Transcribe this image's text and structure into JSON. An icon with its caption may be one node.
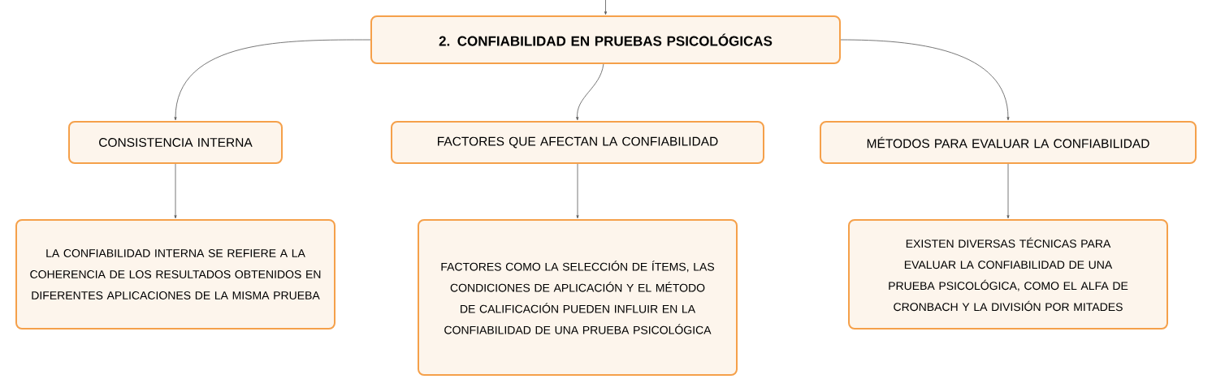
{
  "diagram": {
    "nodes": [
      {
        "text": [
          "2. CONFIABILIDAD EN PRUEBAS PSICOLÓGICAS"
        ]
      },
      {
        "text": [
          "CONSISTENCIA INTERNA"
        ]
      },
      {
        "text": [
          "FACTORES QUE AFECTAN LA CONFIABILIDAD"
        ]
      },
      {
        "text": [
          "MÉTODOS PARA EVALUAR LA CONFIABILIDAD"
        ]
      },
      {
        "text": [
          "LA CONFIABILIDAD INTERNA SE REFIERE A LA COHERENCIA DE LOS RESULTADOS OBTENIDOS EN DIFERENTES APLICACIONES DE LA MISMA PRUEBA"
        ]
      },
      {
        "text": [
          "FACTORES COMO LA SELECCIÓN DE ÍTEMS, LAS CONDICIONES DE APLICACIÓN Y EL MÉTODO DE CALIFICACIÓN PUEDEN INFLUIR EN LA CONFIABILIDAD DE UNA PRUEBA PSICOLÓGICA"
        ]
      },
      {
        "text": [
          "EXISTEN DIVERSAS TÉCNICAS PARA EVALUAR LA CONFIABILIDAD DE UNA PRUEBA PSICOLÓGICA, COMO EL ALFA DE CRONBACH Y LA DIVISIÓN POR MITADES"
        ]
      }
    ],
    "edges": [
      {
        "from": null,
        "to": 0,
        "arrow": "to"
      },
      {
        "from": 0,
        "to": 1,
        "arrow": "to"
      },
      {
        "from": 0,
        "to": 2,
        "arrow": "to"
      },
      {
        "from": 0,
        "to": 3,
        "arrow": "to"
      },
      {
        "from": 1,
        "to": 4,
        "arrow": "to"
      },
      {
        "from": 2,
        "to": 5,
        "arrow": "to"
      },
      {
        "from": 3,
        "to": 6,
        "arrow": "to"
      }
    ]
  }
}
